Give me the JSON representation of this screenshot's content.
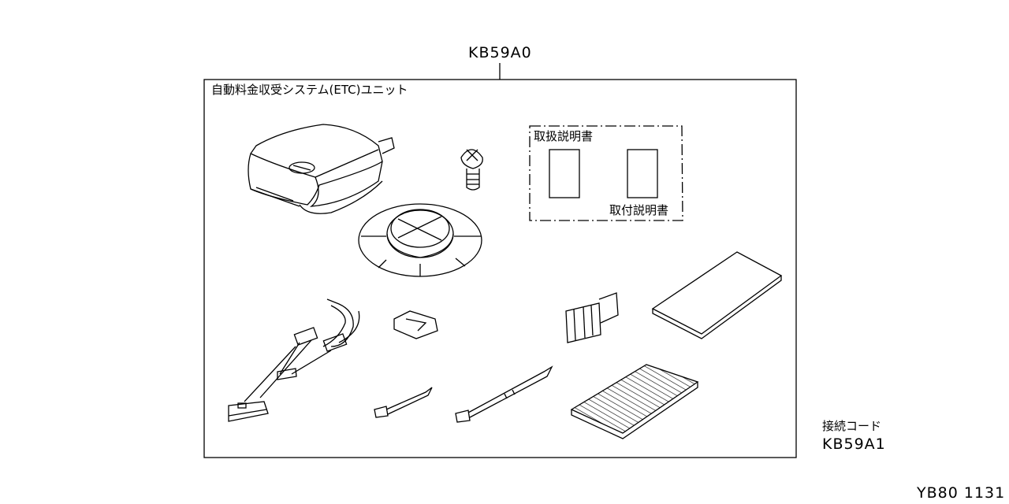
{
  "main_part": {
    "code": "KB59A0",
    "title": "自動料金収受システム(ETC)ユニット"
  },
  "manuals": {
    "handling": "取扱説明書",
    "installation": "取付説明書"
  },
  "sub_part": {
    "name": "接続コード",
    "code": "KB59A1"
  },
  "diagram_id": "YB80 1131"
}
